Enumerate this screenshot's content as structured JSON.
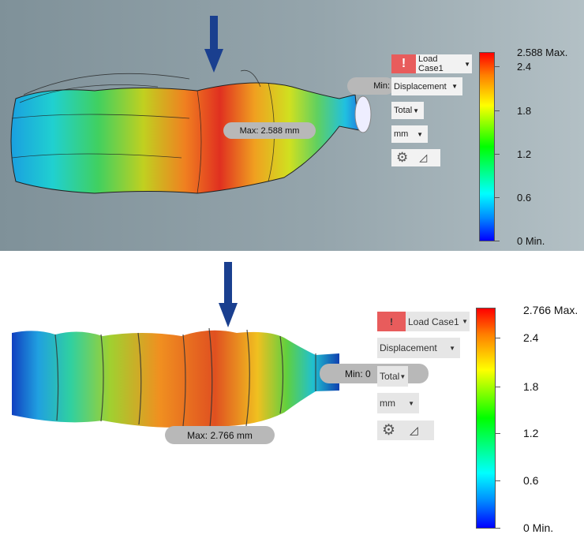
{
  "top": {
    "load_case": "Load Case1",
    "alert_icon": "!",
    "result_type": "Displacement",
    "component": "Total",
    "units": "mm",
    "max_label": "Max: 2.588 mm",
    "min_label": "Min:",
    "legend": {
      "max": "2.588 Max.",
      "ticks": [
        "2.4",
        "1.8",
        "1.2",
        "0.6"
      ],
      "min": "0 Min."
    }
  },
  "bottom": {
    "load_case": "Load Case1",
    "alert_icon": "!",
    "result_type": "Displacement",
    "component": "Total",
    "units": "mm",
    "max_label": "Max: 2.766 mm",
    "min_label": "Min: 0",
    "legend": {
      "max": "2.766 Max.",
      "ticks": [
        "2.4",
        "1.8",
        "1.2",
        "0.6"
      ],
      "min": "0 Min."
    }
  },
  "colors": {
    "alert": "#e85c5c",
    "arrow": "#1a3f8f"
  }
}
